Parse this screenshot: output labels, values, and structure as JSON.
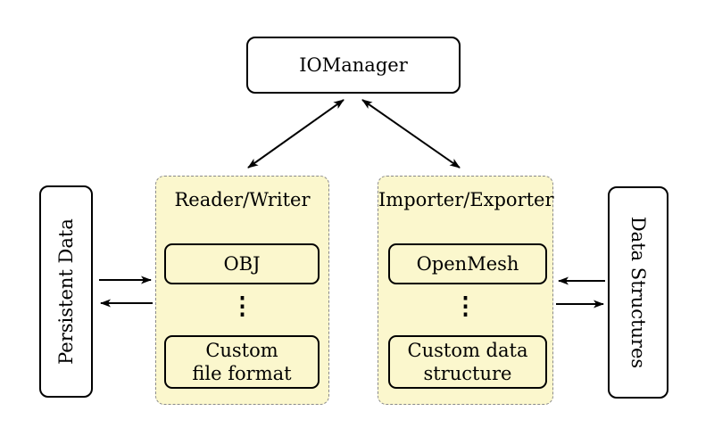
{
  "title": "IOManager architecture diagram",
  "colors": {
    "background": "#FFFFFF",
    "container_fill": "#FBF7CD",
    "container_border": "#8A8A8A",
    "node_border": "#000000",
    "node_fill": "#FFFFFF",
    "arrow": "#000000",
    "text": "#000000"
  },
  "nodes": {
    "iomanager": {
      "label": "IOManager"
    },
    "persistent_data": {
      "label": "Persistent Data"
    },
    "data_structures": {
      "label": "Data Structures"
    }
  },
  "containers": {
    "reader_writer": {
      "label": "Reader/Writer",
      "dots": "⋮",
      "items": [
        {
          "lines": [
            "OBJ"
          ]
        },
        {
          "lines": [
            "Custom",
            "file format"
          ]
        }
      ]
    },
    "importer_exporter": {
      "label": "Importer/Exporter",
      "dots": "⋮",
      "items": [
        {
          "lines": [
            "OpenMesh"
          ]
        },
        {
          "lines": [
            "Custom data",
            "structure"
          ]
        }
      ]
    }
  }
}
